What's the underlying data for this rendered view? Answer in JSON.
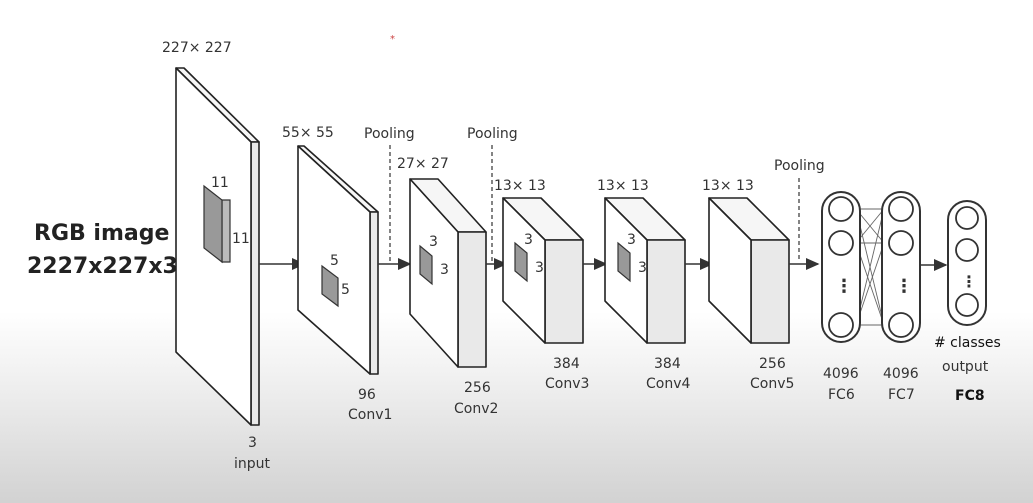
{
  "side_label": {
    "line1": "RGB image",
    "line2": "2227x227x3"
  },
  "input_layer": {
    "size": "227× 227",
    "kernel_h": "11",
    "kernel_w": "11",
    "depth": "3",
    "name": "input"
  },
  "conv1": {
    "size": "55× 55",
    "kernel_h": "5",
    "kernel_w": "5",
    "depth": "96",
    "name": "Conv1"
  },
  "conv2": {
    "size": "27× 27",
    "kernel_h": "3",
    "kernel_w": "3",
    "depth": "256",
    "name": "Conv2"
  },
  "conv3": {
    "size": "13× 13",
    "kernel_h": "3",
    "kernel_w": "3",
    "depth": "384",
    "name": "Conv3"
  },
  "conv4": {
    "size": "13× 13",
    "kernel_h": "3",
    "kernel_w": "3",
    "depth": "384",
    "name": "Conv4"
  },
  "conv5": {
    "size": "13× 13",
    "depth": "256",
    "name": "Conv5"
  },
  "pooling": [
    "Pooling",
    "Pooling",
    "Pooling"
  ],
  "fc6": {
    "units": "4096",
    "name": "FC6"
  },
  "fc7": {
    "units": "4096",
    "name": "FC7"
  },
  "fc8": {
    "units": "# classes",
    "sub": "output",
    "name": "FC8"
  },
  "ellipsis": "⋮",
  "stray_mark": "*"
}
